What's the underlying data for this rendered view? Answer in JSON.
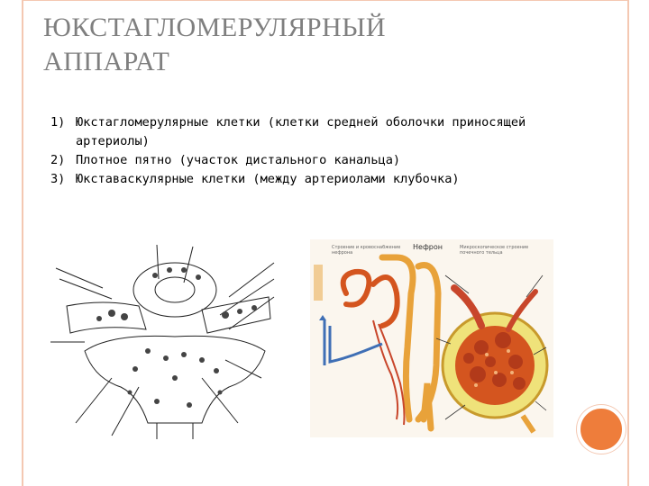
{
  "slide": {
    "title_line1": "ЮКСТАГЛОМЕРУЛЯРНЫЙ",
    "title_line2": "АППАРАТ",
    "items": [
      {
        "num": "1)",
        "text": "Юкстагломерулярные клетки (клетки средней оболочки приносящей артериолы)"
      },
      {
        "num": "2)",
        "text": "Плотное пятно (участок дистального канальца)"
      },
      {
        "num": "3)",
        "text": "Юкставаскулярные клетки  (между артериолами клубочка)"
      }
    ],
    "figure_right": {
      "caption_left": "Строение и кровоснабжение нефрона",
      "caption_mid": "Нефрон",
      "caption_right": "Микроскопическое строение почечного тельца"
    }
  },
  "colors": {
    "title": "#7f7f7f",
    "frame": "#f4c8b2",
    "accent_orb": "#ee7d3b"
  }
}
